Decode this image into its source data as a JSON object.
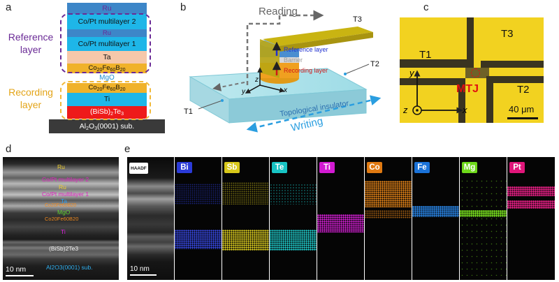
{
  "panels": {
    "a": "a",
    "b": "b",
    "c": "c",
    "d": "d",
    "e": "e"
  },
  "panel_a": {
    "reference_label_1": "Reference",
    "reference_label_2": "layer",
    "recording_label_1": "Recording",
    "recording_label_2": "layer",
    "ref_stack": [
      "Ru",
      "Co/Pt multilayer 2",
      "Ru",
      "Co/Pt multilayer 1",
      "Ta"
    ],
    "cofeb_top": {
      "a": "Co",
      "as": "20",
      "b": "Fe",
      "bs": "60",
      "c": "B",
      "cs": "20"
    },
    "mgo": "MgO",
    "cofeb_bottom": {
      "a": "Co",
      "as": "20",
      "b": "Fe",
      "bs": "60",
      "c": "B",
      "cs": "20"
    },
    "ti": "Ti",
    "bisbte": {
      "a": "(BiSb)",
      "as": "2",
      "b": "Te",
      "bs": "3"
    },
    "substrate": {
      "a": "Al",
      "as": "2",
      "b": "O",
      "bs": "3",
      "c": "(0001) sub."
    }
  },
  "panel_b": {
    "reading": "Reading",
    "writing": "Writing",
    "t1": "T1",
    "t2": "T2",
    "t3": "T3",
    "reference_layer": "Reference layer",
    "barrier": "Barrier",
    "recording_layer": "Recording layer",
    "topological_insulator": "Topological insulator",
    "axis_x": "x",
    "axis_y": "y",
    "axis_z": "z"
  },
  "panel_c": {
    "t1": "T1",
    "t2": "T2",
    "t3": "T3",
    "mtj": "MTJ",
    "axis_x": "x",
    "axis_y": "y",
    "axis_z": "z",
    "scale": "40 μm"
  },
  "panel_d": {
    "labels": [
      "Ru",
      "Co/Pt multilayer 2",
      "Ru",
      "Co/Pt multilayer 1",
      "Ta",
      "Co20Fe60B20",
      "MgO",
      "Co20Fe60B20",
      "Ti",
      "(BiSb)2Te3",
      "Al2O3(0001) sub."
    ],
    "scale": "10 nm"
  },
  "panel_e": {
    "haadf": "HAADF",
    "scale": "10 nm",
    "elements": [
      {
        "name": "Bi",
        "color": "#2b3bd8"
      },
      {
        "name": "Sb",
        "color": "#d8c81a"
      },
      {
        "name": "Te",
        "color": "#18c4c4"
      },
      {
        "name": "Ti",
        "color": "#d21ad2"
      },
      {
        "name": "Co",
        "color": "#e07a12"
      },
      {
        "name": "Fe",
        "color": "#1a72d8"
      },
      {
        "name": "Mg",
        "color": "#6ed81a"
      },
      {
        "name": "Pt",
        "color": "#e0167a"
      }
    ]
  },
  "colors": {
    "reference_box": "#6a2a96",
    "recording_box": "#f0b838",
    "gold": "#e8c818",
    "mtj_red": "#e01010"
  }
}
